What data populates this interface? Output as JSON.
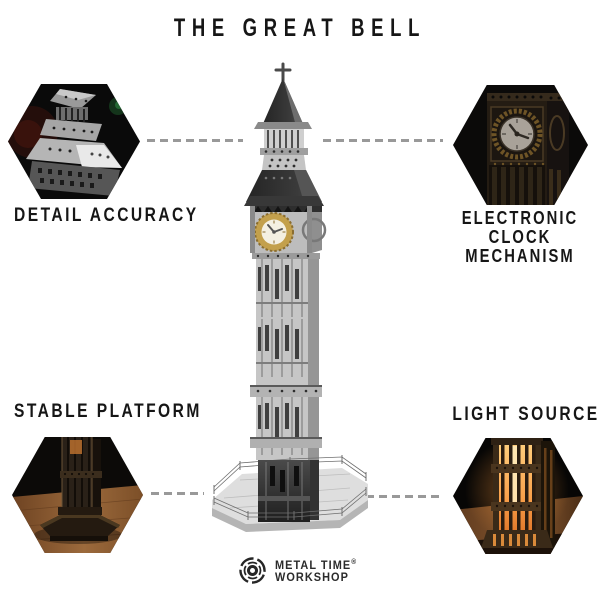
{
  "title": "THE GREAT BELL",
  "features": {
    "top_left": {
      "label": "DETAIL ACCURACY",
      "photo": "spire-top-closeup"
    },
    "top_right": {
      "lines": [
        "ELECTRONIC",
        "CLOCK",
        "MECHANISM"
      ],
      "photo": "clock-face-closeup"
    },
    "bottom_left": {
      "label": "STABLE PLATFORM",
      "photo": "base-platform-closeup"
    },
    "bottom_right": {
      "label": "LIGHT SOURCE",
      "photo": "illuminated-tower-closeup"
    }
  },
  "brand": {
    "line1": "METAL TIME",
    "reg": "®",
    "line2": "WORKSHOP"
  },
  "colors": {
    "page_bg": "#ffffff",
    "text_dark": "#161616",
    "dash_gray": "#999999",
    "logo_dark": "#2b2b2b",
    "metal_light": "#c9c9c9",
    "metal_mid": "#a0a0a0",
    "roof_dark": "#2e2e2e",
    "clock_gold": "#c3a04c",
    "clock_face": "#f4f0e2",
    "glow_orange": "#f9a04a",
    "wood_brown": "#8a5a30",
    "bronze_dark": "#2a2118"
  }
}
